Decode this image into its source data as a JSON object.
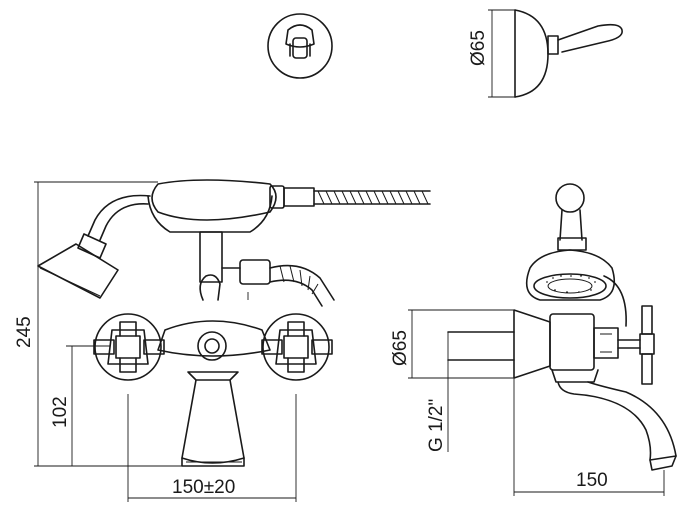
{
  "drawing": {
    "dimensions": {
      "height_total": "245",
      "height_spout": "102",
      "width_centers": "150±20",
      "diameter_handshower": "Ø65",
      "diameter_body": "Ø65",
      "thread": "G 1/2\"",
      "projection": "150"
    },
    "views": [
      "shower-holder-top-view",
      "shower-head-side-view",
      "front-view",
      "side-view"
    ]
  }
}
